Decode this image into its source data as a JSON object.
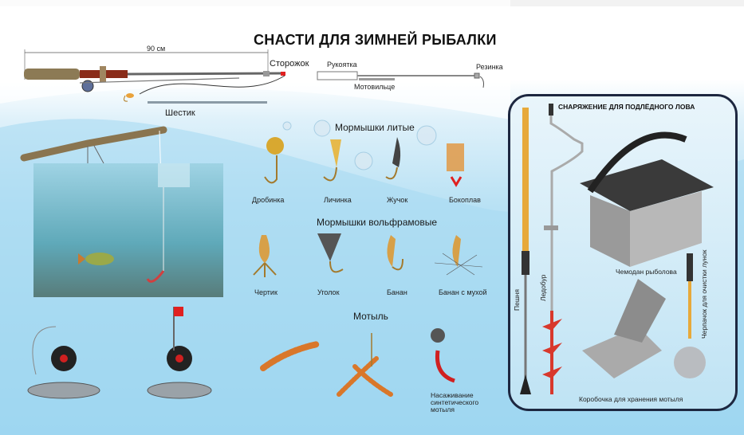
{
  "title": "СНАСТИ ДЛЯ ЗИМНЕЙ РЫБАЛКИ",
  "rod": {
    "length": "90 см",
    "labels": {
      "storozhok": "Сторожок",
      "shestik": "Шестик",
      "rukoyatka": "Рукоятка",
      "rezinka": "Резинка",
      "motovilce": "Мотовильце"
    }
  },
  "cast_jigs": {
    "heading": "Мормышки литые",
    "items": [
      "Дробинка",
      "Личинка",
      "Жучок",
      "Бокоплав"
    ]
  },
  "tungsten_jigs": {
    "heading": "Мормышки вольфрамовые",
    "items": [
      "Чертик",
      "Уголок",
      "Банан",
      "Банан с мухой"
    ]
  },
  "bloodworm": {
    "heading": "Мотыль",
    "synthetic_label": "Насаживание синтетического мотыля"
  },
  "equipment": {
    "heading": "СНАРЯЖЕНИЕ ДЛЯ ПОДЛЁДНОГО ЛОВА",
    "items": {
      "peshnya": "Пешня",
      "ledobur": "Ледобур",
      "chemodan": "Чемодан рыболова",
      "korobochka": "Коробочка для хранения мотыля",
      "cherpachok": "Черпачок для очистки лунок"
    }
  },
  "colors": {
    "panel_border": "#1d2740",
    "water": "#8fd0ef",
    "gold": "#c9952f",
    "red": "#d9261c"
  }
}
